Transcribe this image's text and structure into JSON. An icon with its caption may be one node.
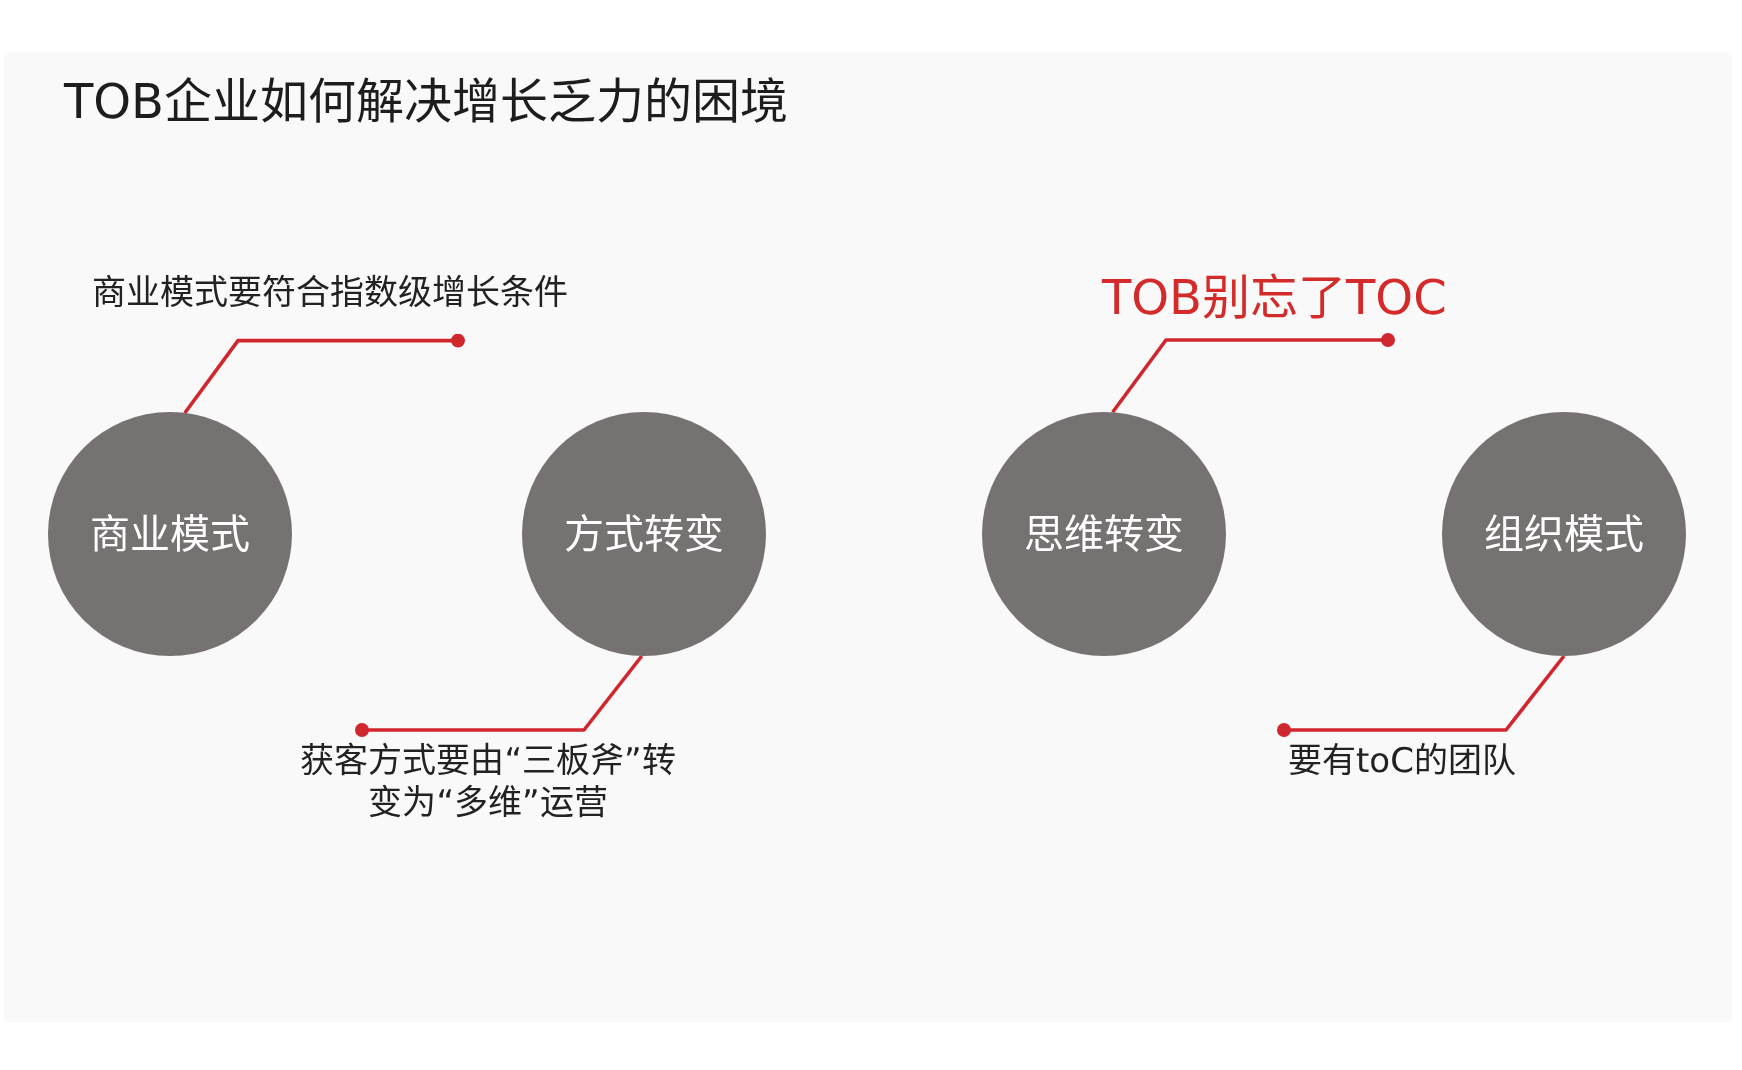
{
  "diagram": {
    "title": "TOB企业如何解决增长乏力的困境",
    "nodes": [
      {
        "text": [
          "商业模式要符合指数级增长条件"
        ]
      },
      {
        "text": [
          "TOB别忘了TOC"
        ]
      },
      {
        "text": [
          "商业模式"
        ]
      },
      {
        "text": [
          "方式转变"
        ]
      },
      {
        "text": [
          "思维转变"
        ]
      },
      {
        "text": [
          "组织模式"
        ]
      },
      {
        "text": [
          "获客方式要由“三板斧”转变为“多维”运营"
        ]
      },
      {
        "text": [
          "要有toC的团队"
        ]
      }
    ],
    "edges": [
      {
        "from": 0,
        "to": 2,
        "arrow": "other"
      },
      {
        "from": 1,
        "to": 4,
        "arrow": "other"
      },
      {
        "from": 6,
        "to": 3,
        "arrow": "other"
      },
      {
        "from": 7,
        "to": 5,
        "arrow": "other"
      }
    ]
  }
}
